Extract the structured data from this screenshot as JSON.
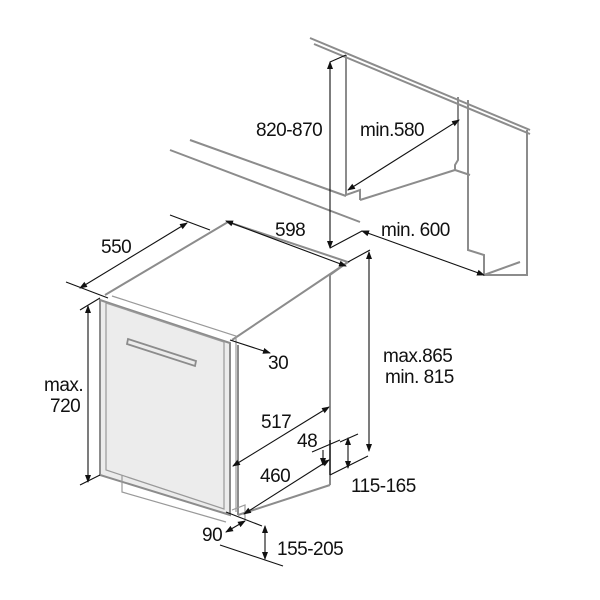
{
  "diagram": {
    "subject": "Built-in dishwasher installation dimensions (mm)",
    "colors": {
      "outline": "#8c8c8c",
      "door_fill": "#ececec",
      "dimension": "#111111",
      "background": "#ffffff"
    },
    "labels": {
      "niche_height": "820-870",
      "niche_depth": "min.580",
      "niche_width": "min. 600",
      "appliance_depth": "550",
      "appliance_width": "598",
      "door_offset": "30",
      "appliance_height_max": "max.865",
      "appliance_height_min": "min. 815",
      "door_height_line1": "max.",
      "door_height_line2": "720",
      "plinth_depth_517": "517",
      "plinth_depth_460": "460",
      "plinth_gap": "48",
      "plinth_height_115": "115-165",
      "plinth_offset": "90",
      "plinth_height_155": "155-205"
    }
  }
}
